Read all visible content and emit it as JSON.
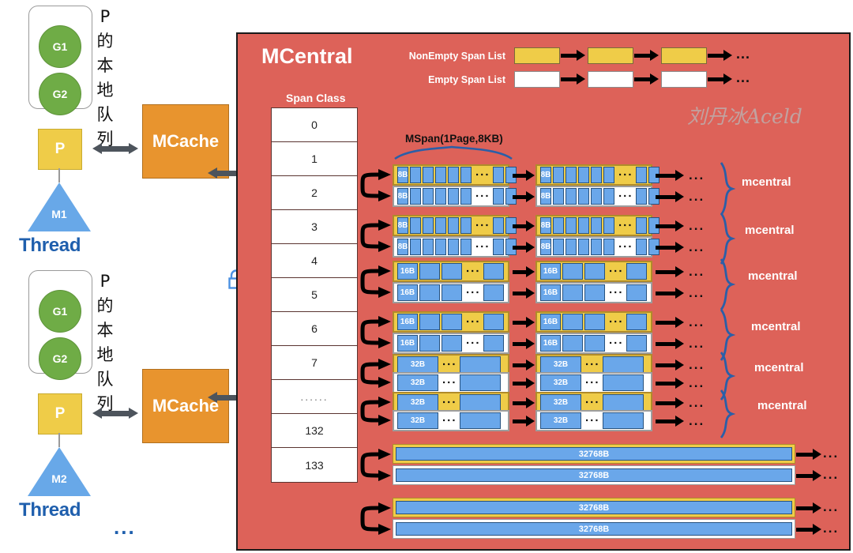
{
  "left_panel": {
    "queue_label_vertical": "P的本地队列",
    "groups": [
      {
        "goroutines": [
          "G1",
          "G2"
        ],
        "processor": "P",
        "machine": "M1",
        "thread_label": "Thread"
      },
      {
        "goroutines": [
          "G1",
          "G2"
        ],
        "processor": "P",
        "machine": "M2",
        "thread_label": "Thread"
      }
    ],
    "mcache_label": "MCache",
    "more_dots": "...",
    "lock_icon_name": "lock-icon"
  },
  "mcentral": {
    "title": "MCentral",
    "watermark": "刘丹冰Aceld",
    "legend": {
      "nonempty_label": "NonEmpty Span List",
      "empty_label": "Empty Span List",
      "trailing_dots": "..."
    },
    "span_class_header": "Span Class",
    "span_classes": [
      "0",
      "1",
      "2",
      "3",
      "4",
      "5",
      "6",
      "7",
      "......",
      "132",
      "133"
    ],
    "mspan_caption": "MSpan(1Page,8KB)",
    "mcentral_group_label": "mcentral",
    "mcentral_group_count": 6,
    "trailing_dots": "...",
    "span_rows": [
      {
        "size_label": "8B",
        "kind": "nonempty",
        "cells": 6,
        "tail_cells": 2
      },
      {
        "size_label": "8B",
        "kind": "empty",
        "cells": 6,
        "tail_cells": 2
      },
      {
        "size_label": "8B",
        "kind": "nonempty",
        "cells": 6,
        "tail_cells": 2
      },
      {
        "size_label": "8B",
        "kind": "empty",
        "cells": 6,
        "tail_cells": 2
      },
      {
        "size_label": "16B",
        "kind": "nonempty",
        "cells": 3,
        "tail_cells": 1
      },
      {
        "size_label": "16B",
        "kind": "empty",
        "cells": 3,
        "tail_cells": 1
      },
      {
        "size_label": "16B",
        "kind": "nonempty",
        "cells": 3,
        "tail_cells": 1
      },
      {
        "size_label": "16B",
        "kind": "empty",
        "cells": 3,
        "tail_cells": 1
      },
      {
        "size_label": "32B",
        "kind": "nonempty",
        "cells": 1,
        "tail_cells": 1
      },
      {
        "size_label": "32B",
        "kind": "empty",
        "cells": 1,
        "tail_cells": 1
      },
      {
        "size_label": "32B",
        "kind": "nonempty",
        "cells": 1,
        "tail_cells": 1
      },
      {
        "size_label": "32B",
        "kind": "empty",
        "cells": 1,
        "tail_cells": 1
      },
      {
        "size_label": "32768B",
        "kind": "nonempty",
        "cells": 1,
        "tail_cells": 0
      },
      {
        "size_label": "32768B",
        "kind": "empty",
        "cells": 1,
        "tail_cells": 0
      },
      {
        "size_label": "32768B",
        "kind": "nonempty",
        "cells": 1,
        "tail_cells": 0
      },
      {
        "size_label": "32768B",
        "kind": "empty",
        "cells": 1,
        "tail_cells": 0
      }
    ]
  },
  "colors": {
    "panel_red": "#dd6259",
    "span_yellow": "#efcc48",
    "cell_blue": "#6aa7ea",
    "mcache_orange": "#e8942e",
    "goroutine_green": "#6fac46",
    "thread_blue": "#68a8e8",
    "thread_text": "#1f5fad",
    "brace_blue": "#2a5fa8"
  }
}
